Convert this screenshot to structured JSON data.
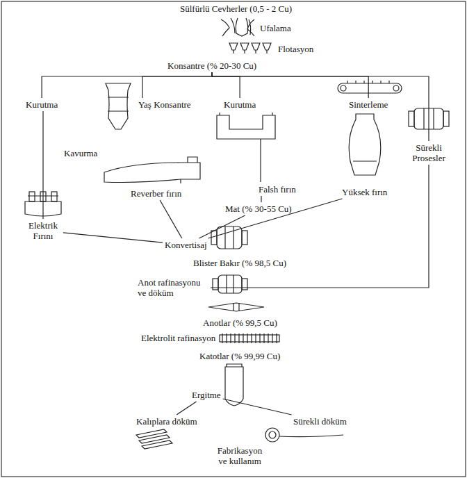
{
  "diagram": {
    "nodes": [
      {
        "text": [
          "Sülfürlü Cevherler (0,5 - 2 Cu)"
        ]
      },
      {
        "text": [
          "Ufalama"
        ]
      },
      {
        "text": [
          "Flotasyon"
        ]
      },
      {
        "text": [
          "Konsantre (% 20-30 Cu)"
        ]
      },
      {
        "text": [
          "Kurutma"
        ]
      },
      {
        "text": [
          "Elektrik Fırını"
        ]
      },
      {
        "text": [
          "Yaş Konsantre"
        ]
      },
      {
        "text": [
          "Kavurma"
        ]
      },
      {
        "text": [
          "Reverber fırın"
        ]
      },
      {
        "text": [
          "Kurutma"
        ]
      },
      {
        "text": [
          "Falsh fırın"
        ]
      },
      {
        "text": [
          "Sinterleme"
        ]
      },
      {
        "text": [
          "Yüksek fırın"
        ]
      },
      {
        "text": [
          "Sürekli Prosesler"
        ]
      },
      {
        "text": [
          "Mat (% 30-55 Cu)"
        ]
      },
      {
        "text": [
          "Konvertisaj"
        ]
      },
      {
        "text": [
          "Blister Bakır (% 98,5 Cu)"
        ]
      },
      {
        "text": [
          "Anot rafinasyonu ve döküm"
        ]
      },
      {
        "text": [
          "Anotlar (% 99,5 Cu)"
        ]
      },
      {
        "text": [
          "Elektrolit rafinasyon"
        ]
      },
      {
        "text": [
          "Katotlar (% 99,99 Cu)"
        ]
      },
      {
        "text": [
          "Ergitme"
        ]
      },
      {
        "text": [
          "Kalıplara döküm"
        ]
      },
      {
        "text": [
          "Sürekli döküm"
        ]
      },
      {
        "text": [
          "Fabrikasyon ve kullanım"
        ]
      }
    ],
    "edges": [
      {
        "from": 3,
        "to": 4,
        "arrow": "none"
      },
      {
        "from": 3,
        "to": 6,
        "arrow": "none"
      },
      {
        "from": 3,
        "to": 9,
        "arrow": "none"
      },
      {
        "from": 3,
        "to": 11,
        "arrow": "none"
      },
      {
        "from": 3,
        "to": 13,
        "arrow": "none"
      },
      {
        "from": 4,
        "to": 5,
        "arrow": "none"
      },
      {
        "from": 5,
        "to": 15,
        "arrow": "none"
      },
      {
        "from": 8,
        "to": 15,
        "arrow": "none"
      },
      {
        "from": 10,
        "to": 14,
        "arrow": "none"
      },
      {
        "from": 14,
        "to": 15,
        "arrow": "none"
      },
      {
        "from": 12,
        "to": 15,
        "arrow": "none"
      },
      {
        "from": 13,
        "to": 17,
        "arrow": "none"
      },
      {
        "from": 21,
        "to": 22,
        "arrow": "none"
      },
      {
        "from": 21,
        "to": 23,
        "arrow": "none"
      }
    ]
  }
}
